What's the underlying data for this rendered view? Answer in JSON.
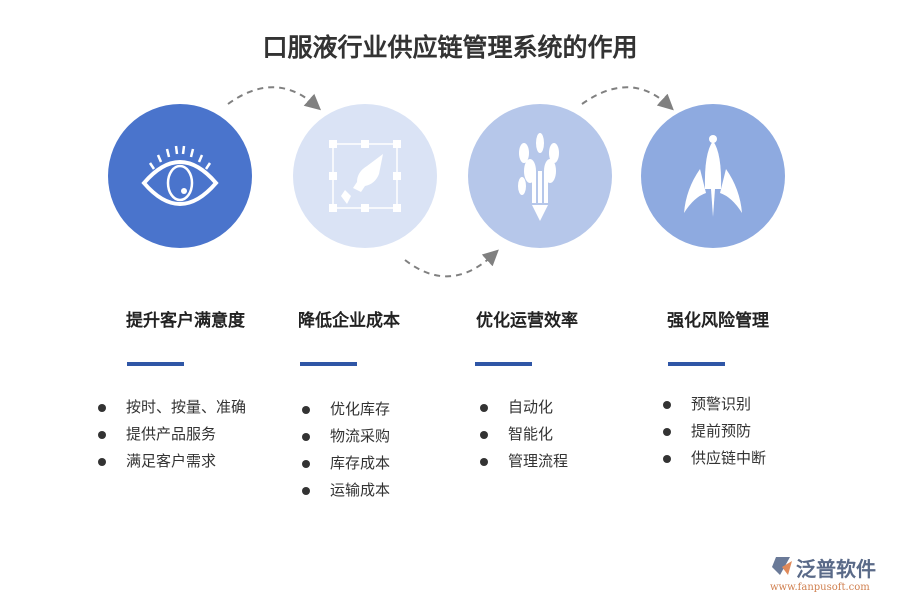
{
  "title": "口服液行业供应链管理系统的作用",
  "colors": {
    "c1": "#4a74cc",
    "c2": "#dae3f5",
    "c3": "#b6c7ea",
    "c4": "#8eaae0",
    "bar": "#2f56a6"
  },
  "sections": [
    {
      "icon": "eye-icon",
      "heading": "提升客户满意度",
      "items": [
        "按时、按量、准确",
        "提供产品服务",
        "满足客户需求"
      ]
    },
    {
      "icon": "pen-tool-icon",
      "heading": "降低企业成本",
      "items": [
        "优化库存",
        "物流采购",
        "库存成本",
        "运输成本"
      ]
    },
    {
      "icon": "pencil-leaves-icon",
      "heading": "优化运营效率",
      "items": [
        "自动化",
        "智能化",
        "管理流程"
      ]
    },
    {
      "icon": "rocket-icon",
      "heading": "强化风险管理",
      "items": [
        "预警识别",
        "提前预防",
        "供应链中断"
      ]
    }
  ],
  "logo": {
    "name": "泛普软件",
    "url": "www.fanpusoft.com"
  }
}
